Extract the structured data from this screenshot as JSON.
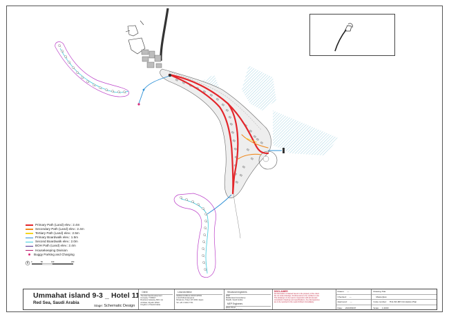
{
  "colors": {
    "primary_path": "#e3262b",
    "secondary_path": "#f08a1f",
    "tertiary_path": "#f5d51e",
    "primary_boardwalk": "#2a8fd6",
    "second_boardwalk": "#39c9dc",
    "bicycle_path": "#4a2a8c",
    "housekeeping": "#b51c6b",
    "buggy_point": "#d62d78",
    "island_outline": "#bb3fc8",
    "land_fill": "#f1f1f1",
    "reef_hatch": "#9ccfe0"
  },
  "legend": {
    "items": [
      {
        "label": "Primary Path (Land) elev.: 2.4m",
        "color": "#e3262b",
        "type": "line"
      },
      {
        "label": "Secondary Path (Land) elev.: 2.4m",
        "color": "#f08a1f",
        "type": "line"
      },
      {
        "label": "Tertiary Path (Land) elev.: 2.5m",
        "color": "#f5d51e",
        "type": "line"
      },
      {
        "label": "Primary Boardwalk elev.: 1.5m",
        "color": "#2a8fd6",
        "type": "line"
      },
      {
        "label": "Second Boardwalk elev.: 2.0m",
        "color": "#39c9dc",
        "type": "line"
      },
      {
        "label": "BOH Path (Land) elev.: 2.4m",
        "color": "#4a2a8c",
        "type": "line"
      },
      {
        "label": "Housekeeping Division",
        "color": "#b51c6b",
        "type": "line"
      },
      {
        "label": "Buggy Parking and Charging",
        "color": "#d62d78",
        "type": "dot"
      }
    ],
    "scale_ticks": [
      "0",
      "50",
      "100",
      "200"
    ]
  },
  "title_block": {
    "project_title": "Ummahat island 9-3 _ Hotel 11",
    "location": "Red Sea, Saudi Arabia",
    "stage_label": "Stage:",
    "stage_value": "Schematic Design",
    "client_heading": "Client",
    "client_lines": [
      "The Red Sea Development",
      "Company \"TRSDC\"",
      "Business Gateway, Bld 2 (1)",
      "Al Ridan, Riyadh 13519",
      "Kingdom of Saudi Arabia"
    ],
    "architect_heading": "Lead Architect",
    "architect_lines": [
      "KENGO KUMA & ASSOCIATES",
      "2-24-8 Minamiaoyama",
      "Minato-ku, Tokyo 107-0062 Japan",
      "Tel: +81 3 3401 7721"
    ],
    "structural_heading": "Structural engineers",
    "structural_lines": [
      "WSP",
      "Middle East Consultancy",
      "Riyadh, Saudi Arabia"
    ],
    "mep_heading": "MEP Engineers",
    "mep_lines": [
      "Elliott Wood",
      "Engineering Services",
      "London, United Kingdom"
    ],
    "disclaimer_heading": "DISCLAIMER",
    "disclaimer_lines": [
      "All information contained herein is the property of the client.",
      "Do not scale drawings. All dimensions to be verified on site.",
      "This drawing is to be read in conjunction with all relevant",
      "consultants' drawings and specifications. Any discrepancies",
      "are to be reported to the Lead Architect immediately."
    ],
    "rows_left": [
      {
        "label": "Drawn:",
        "value": "---"
      },
      {
        "label": "Checked:",
        "value": "---"
      },
      {
        "label": "Approved:",
        "value": "---"
      },
      {
        "label": "Date:",
        "value": "2023/09/07"
      }
    ],
    "rows_right": [
      {
        "label": "Drawing Title:",
        "value": ""
      },
      {
        "label": "",
        "value": "Masterplan"
      },
      {
        "label": "Code number:",
        "value": "H11-SD-MP-Circulation-Plan"
      },
      {
        "label": "Scale:",
        "value": "1:4000"
      }
    ]
  }
}
